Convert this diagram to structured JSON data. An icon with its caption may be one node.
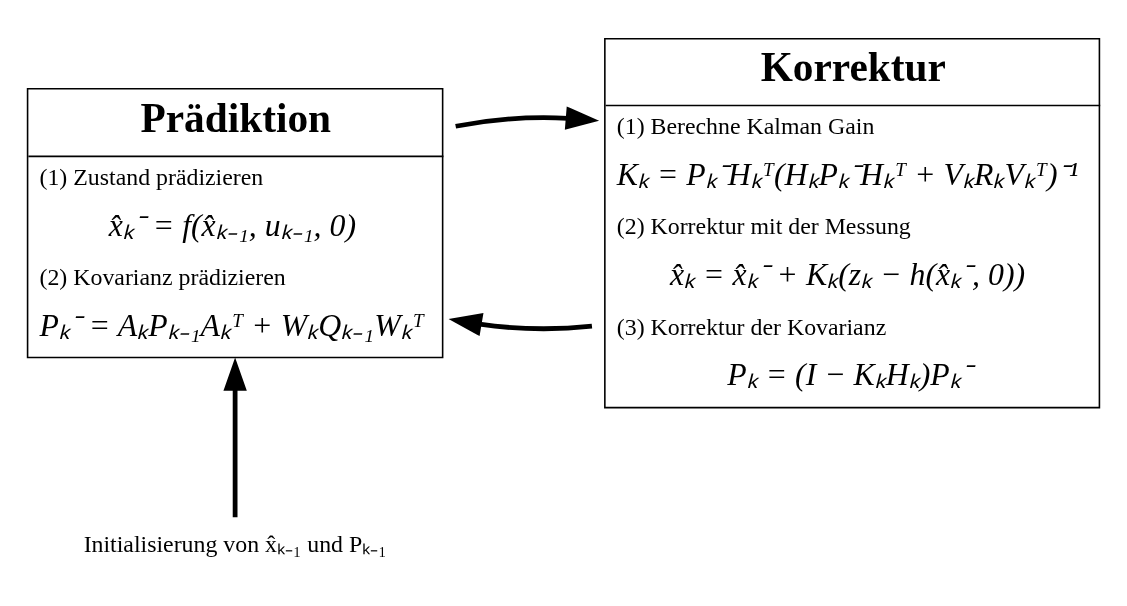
{
  "diagram": {
    "nodes": [
      {
        "text": [
          "Prädiktion",
          "(1) Zustand prädizieren",
          "x̂ₖ⁻ = f(x̂ₖ₋₁, uₖ₋₁, 0)",
          "(2) Kovarianz prädizieren",
          "Pₖ⁻ = AₖPₖ₋₁Aₖᵀ + WₖQₖ₋₁Wₖᵀ"
        ]
      },
      {
        "text": [
          "Korrektur",
          "(1) Berechne Kalman Gain",
          "Kₖ = Pₖ⁻Hₖᵀ(HₖPₖ⁻Hₖᵀ + VₖRₖVₖᵀ)⁻¹",
          "(2) Korrektur mit der Messung",
          "x̂ₖ = x̂ₖ⁻ + Kₖ(zₖ − h(x̂ₖ⁻, 0))",
          "(3) Korrektur der Kovarianz",
          "Pₖ = (I − KₖHₖ)Pₖ⁻"
        ]
      },
      {
        "text": [
          "Initialisierung von x̂ₖ₋₁ und Pₖ₋₁"
        ]
      }
    ],
    "edges": [
      {
        "from": 0,
        "to": 1,
        "arrow": "to"
      },
      {
        "from": 1,
        "to": 0,
        "arrow": "to"
      },
      {
        "from": 2,
        "to": 0,
        "arrow": "to"
      }
    ]
  }
}
